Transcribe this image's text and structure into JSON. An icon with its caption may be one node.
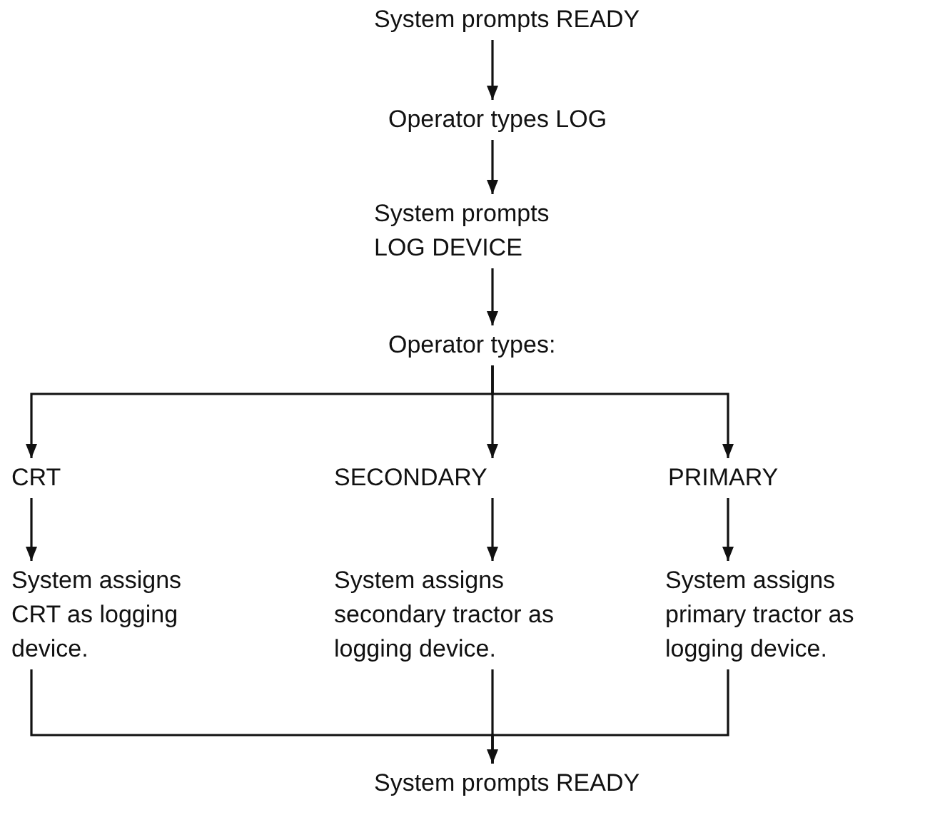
{
  "diagram": {
    "nodes": [
      {
        "text": [
          "System prompts READY"
        ]
      },
      {
        "text": [
          "Operator types LOG"
        ]
      },
      {
        "text": [
          "System prompts LOG DEVICE"
        ]
      },
      {
        "text": [
          "Operator types:"
        ]
      },
      {
        "text": [
          "CRT"
        ]
      },
      {
        "text": [
          "SECONDARY"
        ]
      },
      {
        "text": [
          "PRIMARY"
        ]
      },
      {
        "text": [
          "System assigns CRT as logging device."
        ]
      },
      {
        "text": [
          "System assigns secondary tractor as logging device."
        ]
      },
      {
        "text": [
          "System assigns primary tractor as logging device."
        ]
      },
      {
        "text": [
          "System prompts READY"
        ]
      }
    ],
    "edges": [
      {
        "from": 0,
        "to": 1,
        "arrow": "to"
      },
      {
        "from": 1,
        "to": 2,
        "arrow": "to"
      },
      {
        "from": 2,
        "to": 3,
        "arrow": "to"
      },
      {
        "from": 3,
        "to": 4,
        "arrow": "to"
      },
      {
        "from": 3,
        "to": 5,
        "arrow": "to"
      },
      {
        "from": 3,
        "to": 6,
        "arrow": "to"
      },
      {
        "from": 4,
        "to": 7,
        "arrow": "to"
      },
      {
        "from": 5,
        "to": 8,
        "arrow": "to"
      },
      {
        "from": 6,
        "to": 9,
        "arrow": "to"
      },
      {
        "from": 7,
        "to": 10,
        "arrow": "none"
      },
      {
        "from": 8,
        "to": 10,
        "arrow": "to"
      },
      {
        "from": 9,
        "to": 10,
        "arrow": "none"
      }
    ]
  }
}
